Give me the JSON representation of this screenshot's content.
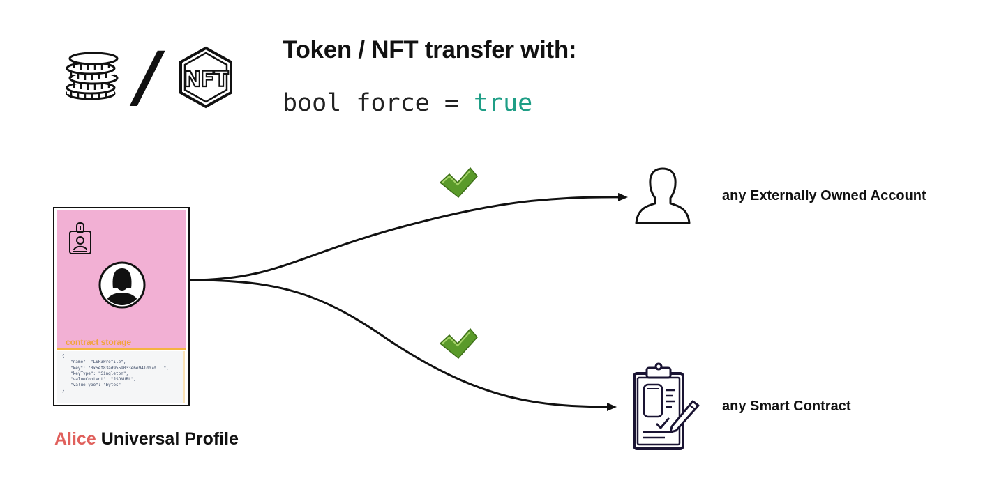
{
  "header": {
    "title": "Token / NFT transfer with:",
    "code_keyword": "bool",
    "code_variable": "force",
    "code_operator": "=",
    "code_value": "true",
    "separator": "/",
    "nft_text": "NFT"
  },
  "profile": {
    "owner_name": "Alice",
    "label": "Universal Profile",
    "storage_label": "contract storage",
    "json_lines": [
      "{",
      "\"name\": \"LSP3Profile\",",
      "\"key\": \"0x5ef83ad9559033e6e941db7d...\",",
      "\"keyType\": \"Singleton\",",
      "\"valueContent\": \"JSONURL\",",
      "\"valueType\": \"bytes\"",
      "}"
    ]
  },
  "targets": {
    "eoa_label": "any Externally Owned Account",
    "smart_contract_label": "any Smart Contract"
  },
  "colors": {
    "code_value": "#1f9e86",
    "owner_name": "#e0605c",
    "card_background": "#f2b0d4",
    "storage_accent": "#f1a33a",
    "checkmark": "#5a9a2a"
  },
  "icons": [
    "coins-stack-icon",
    "nft-hexagon-icon",
    "id-badge-icon",
    "user-avatar-icon",
    "person-outline-icon",
    "contract-clipboard-icon",
    "checkmark-icon"
  ]
}
